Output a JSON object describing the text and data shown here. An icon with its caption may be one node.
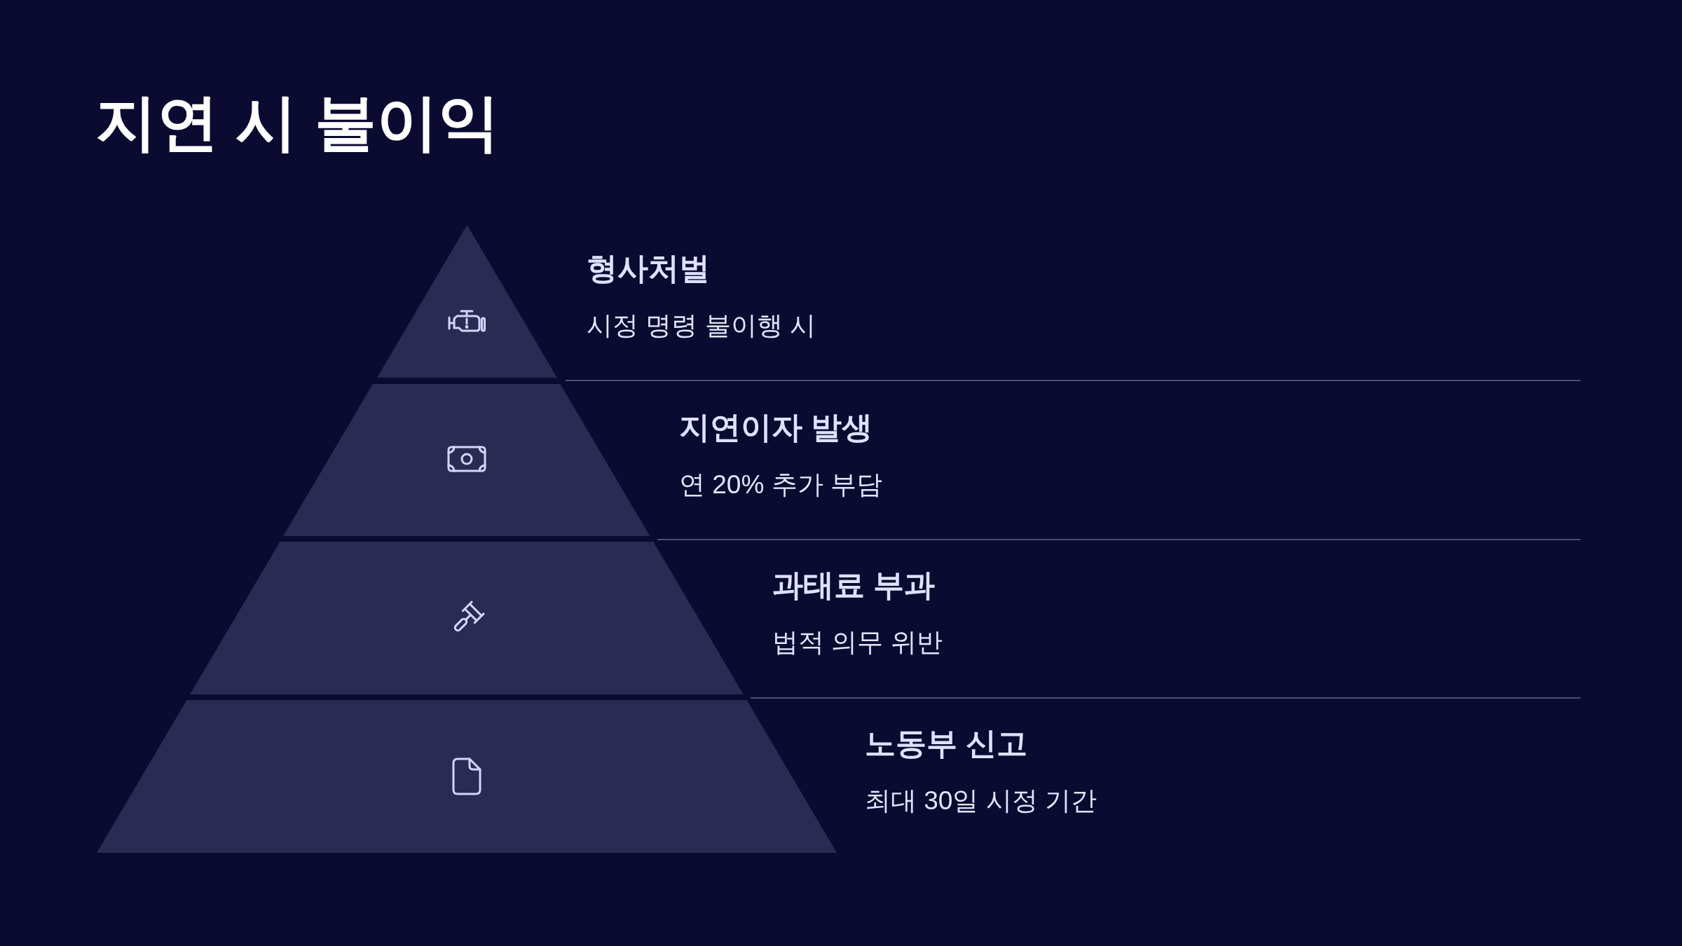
{
  "diagram": {
    "title": "지연 시 불이익",
    "nodes": [
      {
        "text": [
          "형사처벌",
          "시정 명령 불이행 시"
        ]
      },
      {
        "text": [
          "지연이자 발생",
          "연 20% 추가 부담"
        ]
      },
      {
        "text": [
          "과태료 부과",
          "법적 의무 위반"
        ]
      },
      {
        "text": [
          "노동부 신고",
          "최대 30일 시정 기간"
        ]
      }
    ]
  }
}
